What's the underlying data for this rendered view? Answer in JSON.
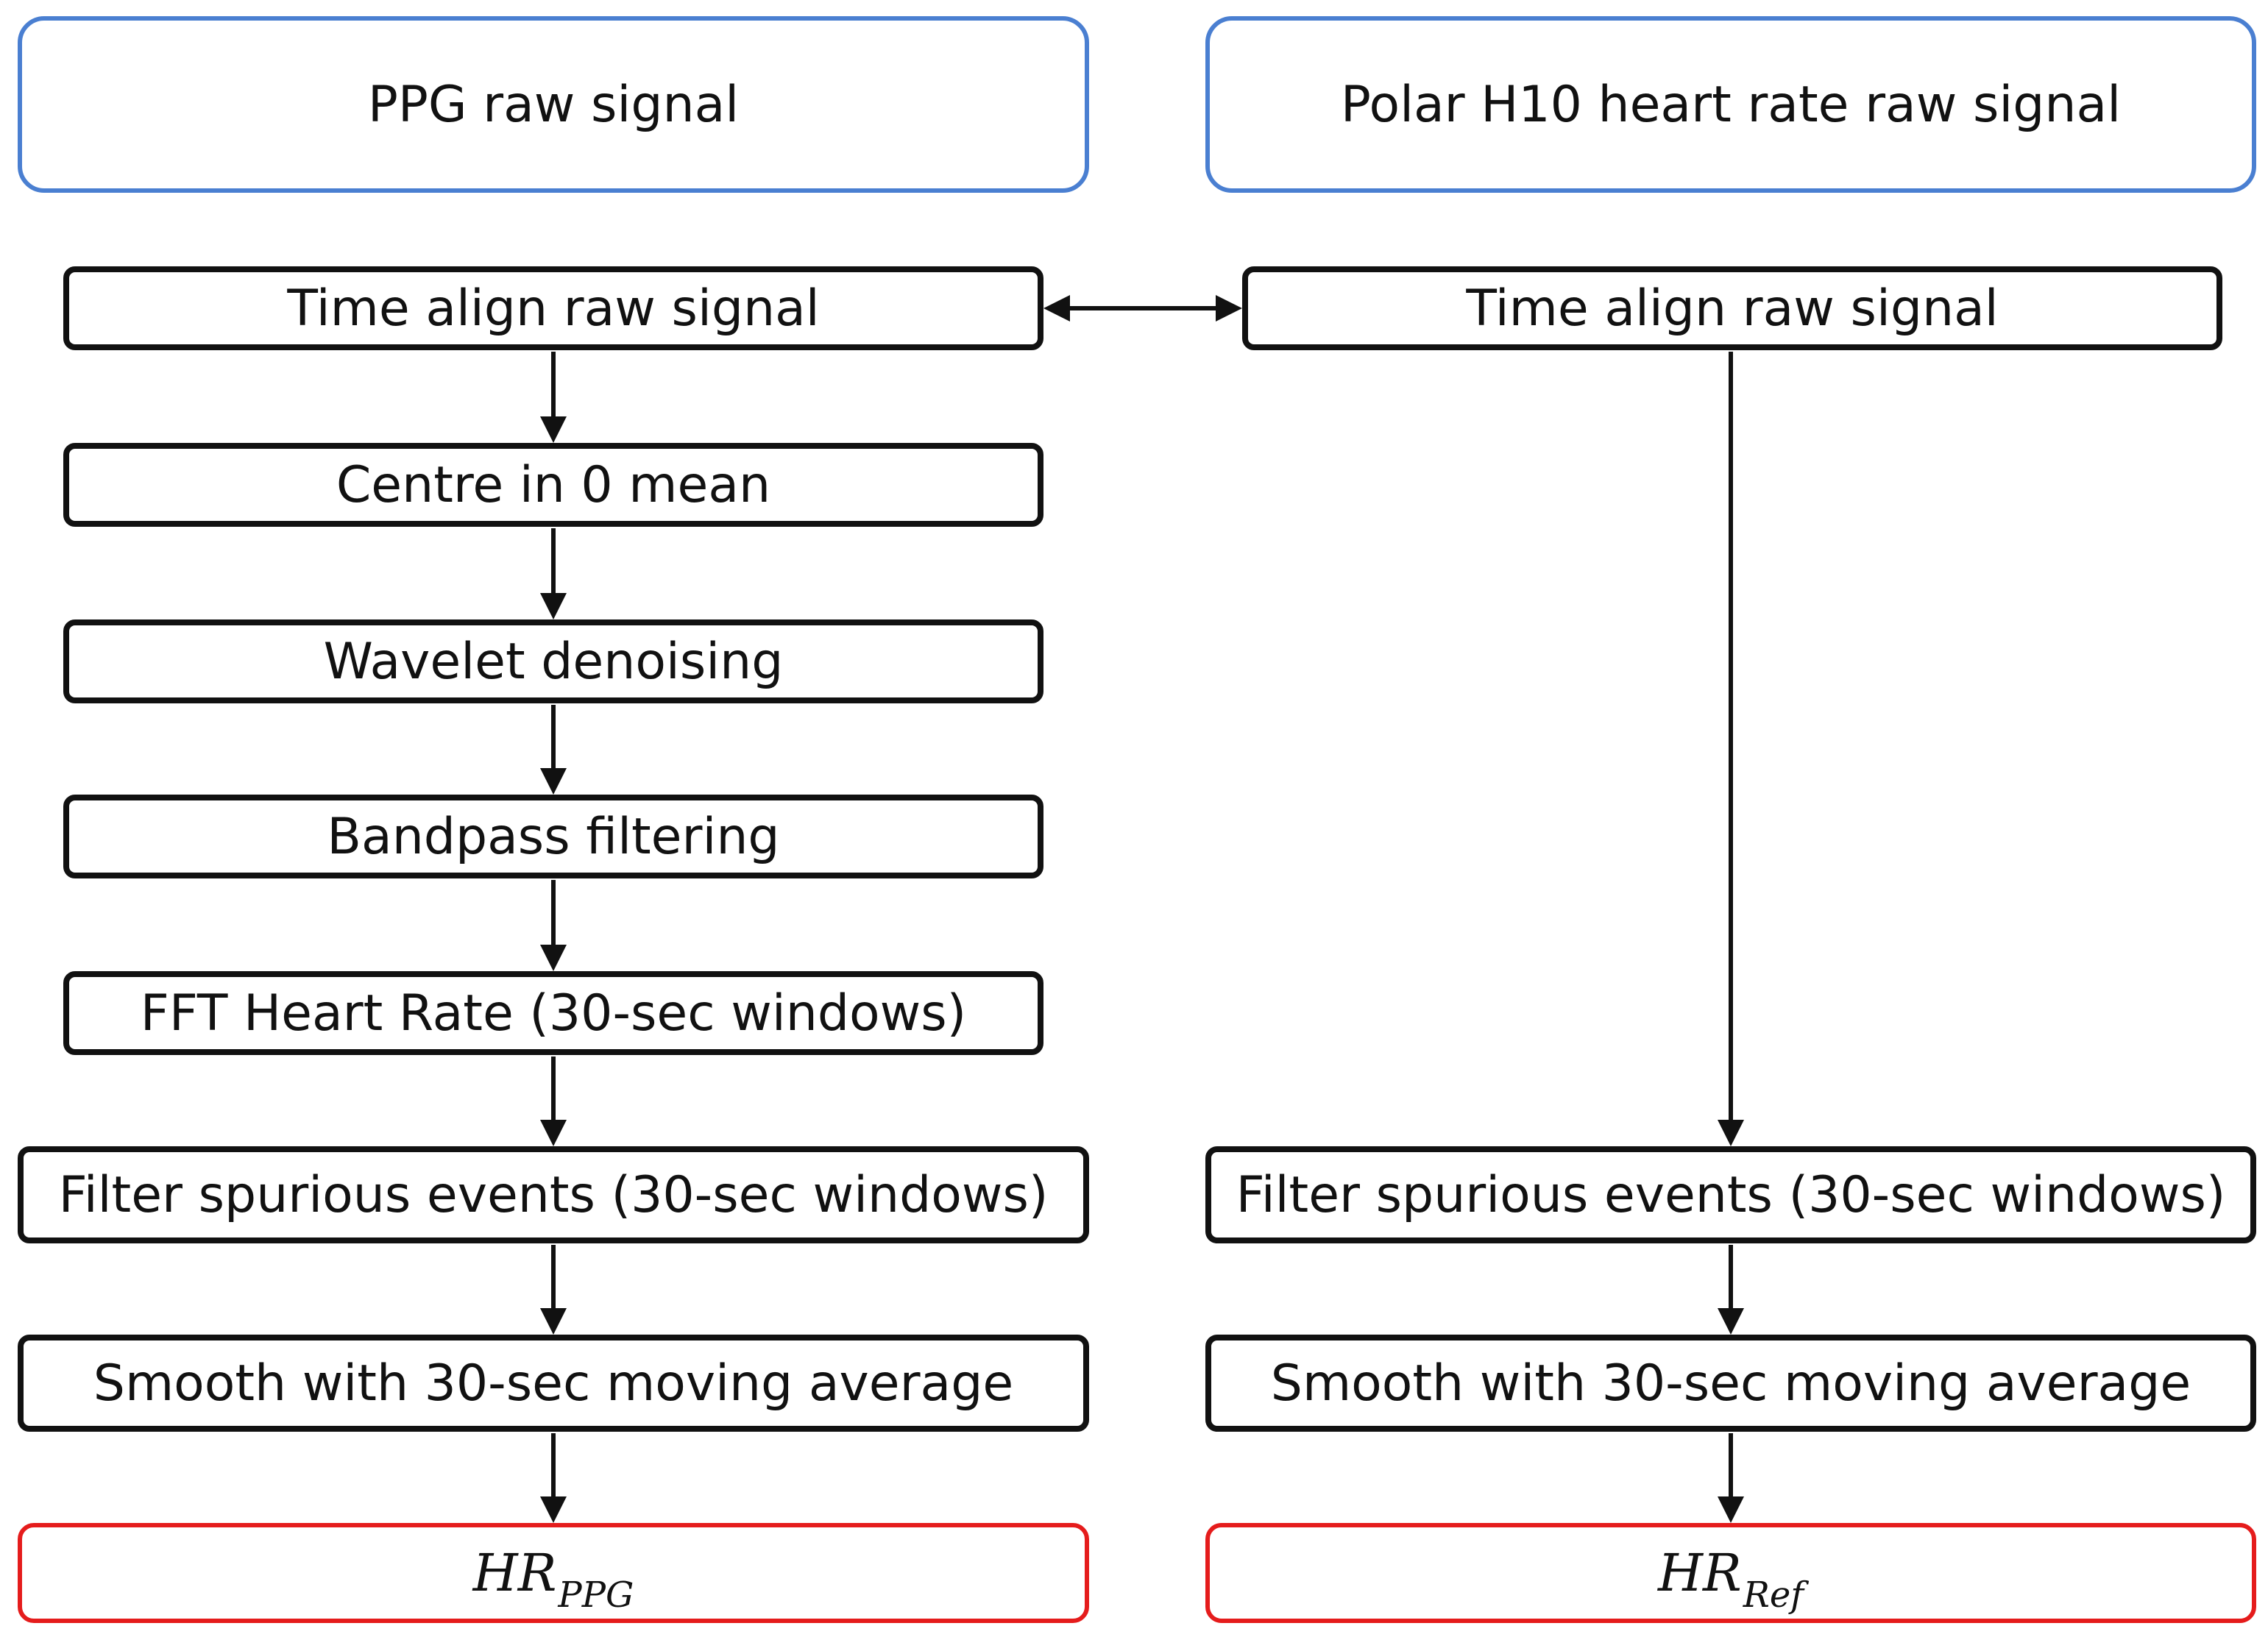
{
  "left_column": {
    "source": "PPG raw signal",
    "steps": [
      "Time align raw signal",
      "Centre in 0 mean",
      "Wavelet denoising",
      "Bandpass filtering",
      "FFT Heart Rate (30-sec windows)",
      "Filter spurious events (30-sec windows)",
      "Smooth with 30-sec moving average"
    ],
    "output": {
      "base": "HR",
      "sub": "PPG"
    }
  },
  "right_column": {
    "source": "Polar H10 heart rate raw signal",
    "steps": [
      "Time align raw signal",
      "Filter spurious events (30-sec windows)",
      "Smooth with 30-sec moving average"
    ],
    "output": {
      "base": "HR",
      "sub": "Ref"
    }
  },
  "colors": {
    "source_border": "#4a7fd1",
    "step_border": "#111111",
    "output_border": "#e51c1c"
  }
}
